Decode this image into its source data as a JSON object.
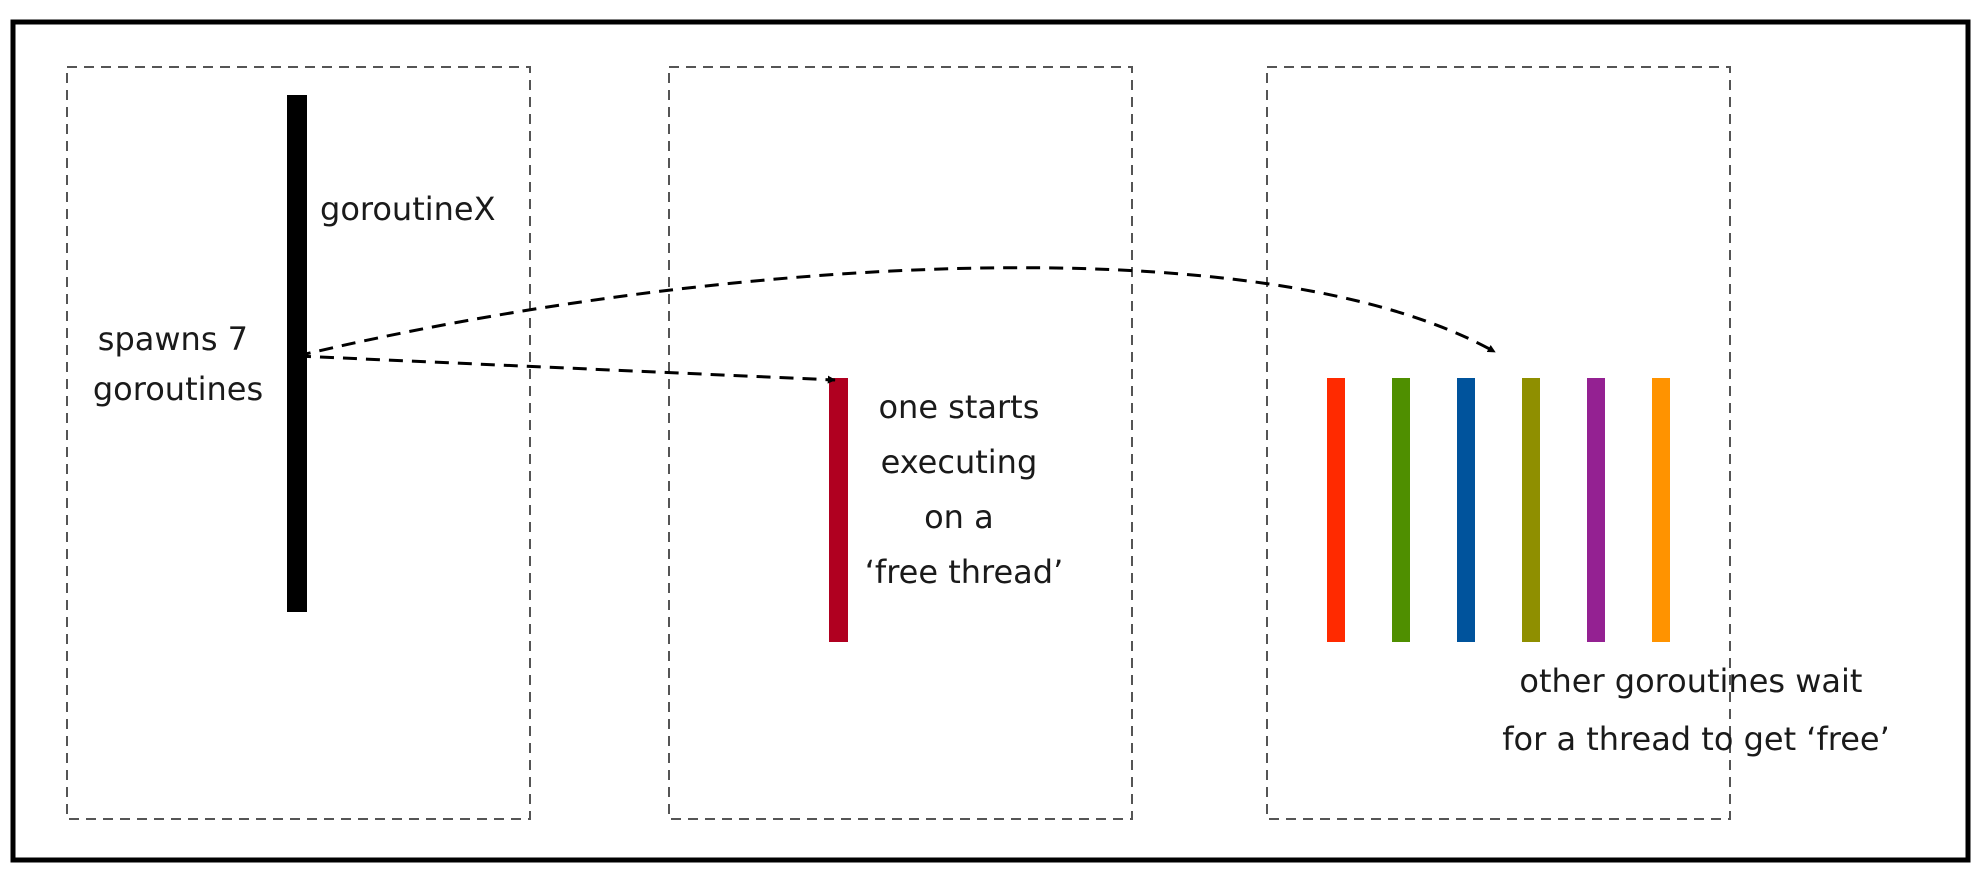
{
  "diagram": {
    "source": {
      "label": "goroutineX",
      "action_lines": [
        "spawns 7",
        "goroutines"
      ]
    },
    "running": {
      "description_lines": [
        "one starts",
        "executing",
        "on a",
        "‘free thread’"
      ],
      "color": "#b00020"
    },
    "waiting": {
      "description_lines": [
        "other goroutines wait",
        "for a thread to get ‘free’"
      ],
      "colors": [
        "#ff2a00",
        "#4f8f00",
        "#00539c",
        "#8f8f00",
        "#942192",
        "#ff9300"
      ]
    },
    "colors": {
      "frame": "#000000",
      "dashed_box": "#555555",
      "arrow": "#000000",
      "goroutine_x": "#000000"
    }
  }
}
